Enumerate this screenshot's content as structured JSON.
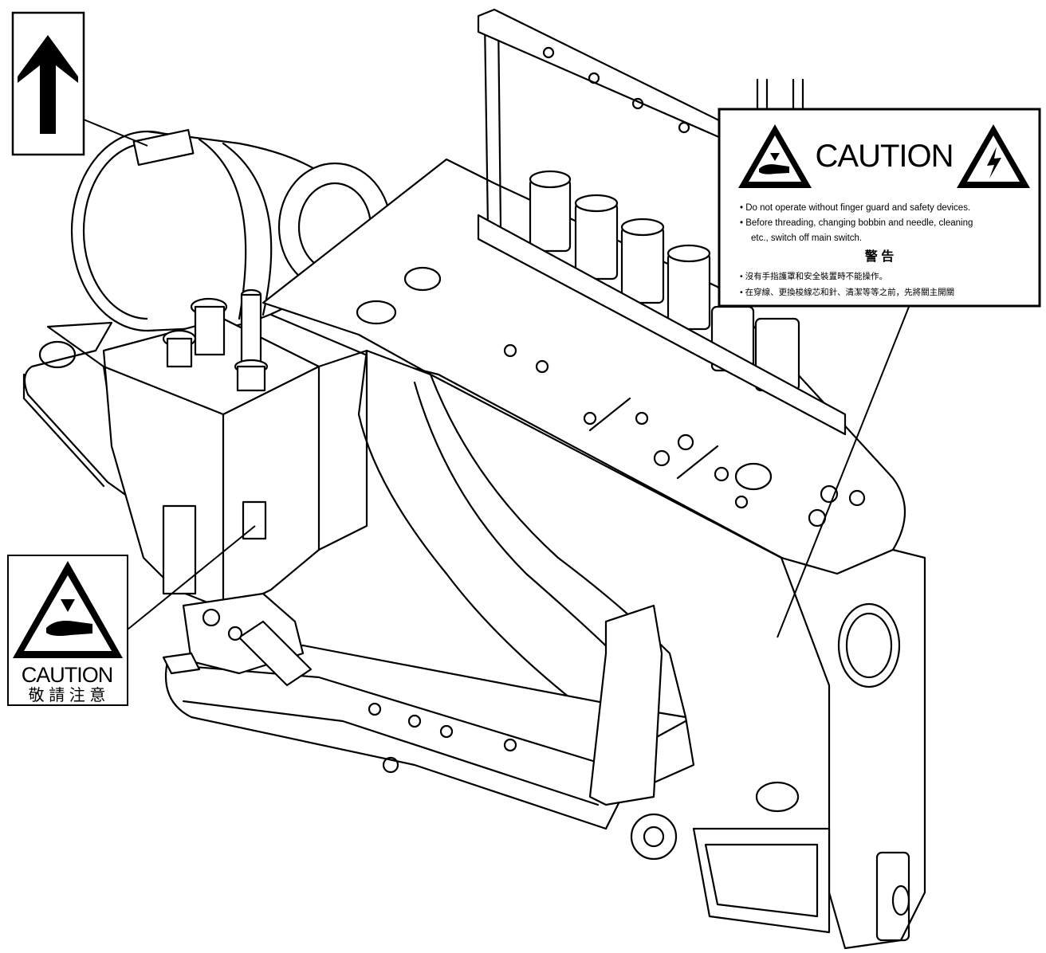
{
  "labels": {
    "direction_arrow": {
      "icon": "up-arrow-icon"
    },
    "main_caution": {
      "title": "CAUTION",
      "line1": "• Do not operate without finger guard and safety devices.",
      "line2": "• Before threading, changing bobbin and needle, cleaning",
      "line3": "etc., switch off main switch.",
      "zh_title": "警 告",
      "zh_line1": "• 沒有手指護罩和安全裝置時不能操作。",
      "zh_line2": "• 在穿線、更換梭線芯和針、清潔等等之前，先將關主開關",
      "icon_left": "hand-crush-hazard-icon",
      "icon_right": "electric-shock-hazard-icon"
    },
    "needle_caution": {
      "title": "CAUTION",
      "zh_title": "敬 請 注 意",
      "icon": "hand-crush-hazard-icon"
    }
  },
  "colors": {
    "line": "#000000",
    "background": "#ffffff"
  }
}
